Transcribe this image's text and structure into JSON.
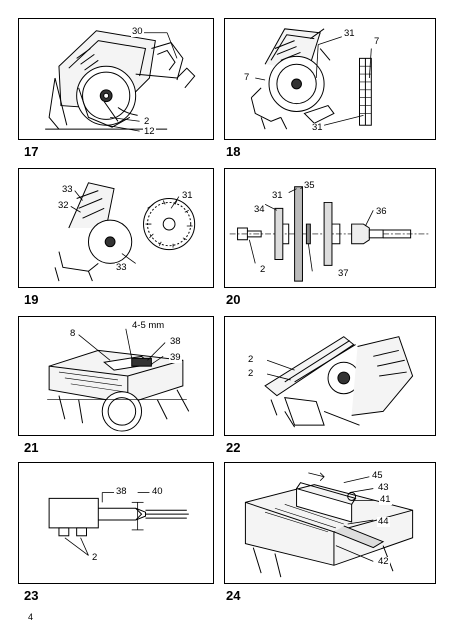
{
  "page_number": "4",
  "figures": [
    {
      "number": "17",
      "callouts": [
        "30",
        "2",
        "12"
      ]
    },
    {
      "number": "18",
      "callouts": [
        "31",
        "7",
        "7",
        "31"
      ]
    },
    {
      "number": "19",
      "callouts": [
        "33",
        "32",
        "31",
        "33"
      ]
    },
    {
      "number": "20",
      "callouts": [
        "35",
        "31",
        "34",
        "36",
        "2",
        "37"
      ]
    },
    {
      "number": "21",
      "callouts": [
        "8",
        "4-5 mm",
        "38",
        "39"
      ]
    },
    {
      "number": "22",
      "callouts": [
        "2",
        "2"
      ]
    },
    {
      "number": "23",
      "callouts": [
        "38",
        "40",
        "2"
      ]
    },
    {
      "number": "24",
      "callouts": [
        "45",
        "43",
        "41",
        "44",
        "42"
      ]
    }
  ]
}
